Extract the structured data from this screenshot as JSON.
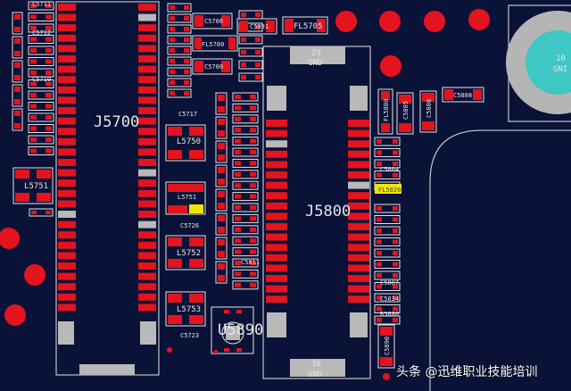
{
  "board": {
    "background": "#0b1237",
    "pad_color": "#e3141e",
    "outline_color": "#e6e6e6",
    "gray_pad_color": "#b9b9b9",
    "highlight_color": "#f2e600",
    "via_color": "#e3141e",
    "mount_color": "#b5b5b5",
    "mount_hole_color": "#3ec7c4"
  },
  "labels": {
    "j5700": "J5700",
    "j5800": "J5800",
    "l5751": "L5751",
    "l5750": "L5750",
    "l5752": "L5752",
    "l5753": "L5753",
    "u5890": "U5890",
    "pin29": "29",
    "gnd_top": "GND",
    "pin30": "30",
    "gnd_bottom": "GND",
    "fl5700": "FL5700",
    "fl5705": "FL5705",
    "fl5800": "FL5800",
    "fl5820": "FL5820",
    "c5706": "C5706",
    "c5700": "C5700",
    "c5710": "C5710",
    "c5711": "C5711",
    "c5712": "C5712",
    "c5717": "C5717",
    "c5723": "C5723",
    "c5726": "C5726",
    "c5804": "C5804",
    "c5805": "C5805",
    "c5806": "C5806",
    "c5808": "C5808",
    "c5811": "C5811",
    "c5807": "C5807",
    "c5834": "C5834",
    "c5890": "C5890",
    "c5891": "C5891",
    "r5880": "R5880",
    "mount_pin": "10",
    "mount_gnd": "GNI"
  },
  "watermark": "头条 @迅维职业技能培训"
}
